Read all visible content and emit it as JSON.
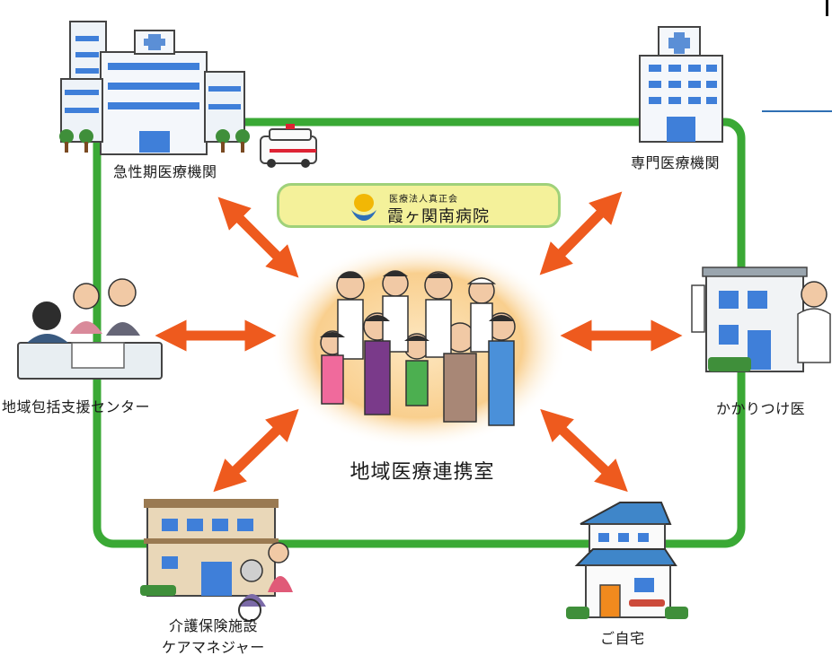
{
  "diagram": {
    "hospital_corp": "医療法人真正会",
    "hospital_name": "霞ヶ関南病院",
    "center": "地域医療連携室",
    "nodes": {
      "acute": "急性期医療機関",
      "specialist": "専門医療機関",
      "community_support": "地域包括支援センター",
      "family_doctor": "かかりつけ医",
      "care_facility_line1": "介護保険施設",
      "care_facility_line2": "ケアマネジャー",
      "home": "ご自宅"
    }
  },
  "colors": {
    "frame_green": "#3aa935",
    "arrow_orange": "#ee5a1e",
    "logo_fill": "#f4f19a",
    "logo_border": "#9fd17a",
    "center_glow": "#f7c27a"
  }
}
